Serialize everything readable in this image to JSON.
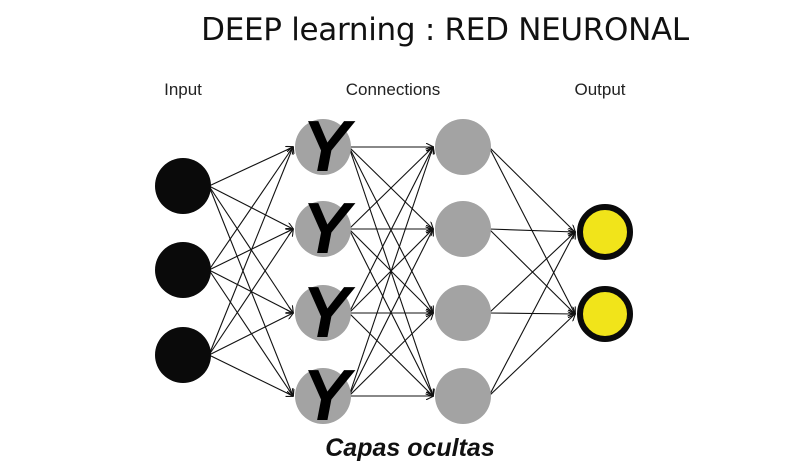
{
  "title": "DEEP learning : RED NEURONAL",
  "labels": {
    "input": "Input",
    "connections": "Connections",
    "output": "Output"
  },
  "caption": "Capas ocultas",
  "hidden_marker": "Y",
  "layers": [
    {
      "name": "input",
      "nodes": 3,
      "color": "#0a0a0a"
    },
    {
      "name": "hidden-1",
      "nodes": 4,
      "color": "#a3a3a3"
    },
    {
      "name": "hidden-2",
      "nodes": 4,
      "color": "#a3a3a3"
    },
    {
      "name": "output",
      "nodes": 2,
      "color": "#f1e41a"
    }
  ]
}
